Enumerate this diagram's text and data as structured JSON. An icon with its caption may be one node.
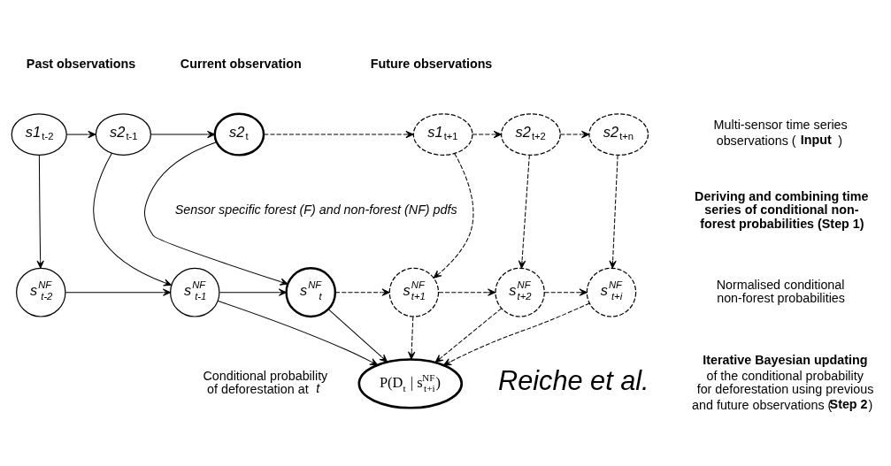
{
  "diagram": {
    "nodes": [
      {
        "text": [
          "s1$_{t-2}$"
        ]
      },
      {
        "text": [
          "s2$_{t-1}$"
        ]
      },
      {
        "text": [
          "s2$_{t}$"
        ]
      },
      {
        "text": [
          "s1$_{t+1}$"
        ]
      },
      {
        "text": [
          "s2$_{t+2}$"
        ]
      },
      {
        "text": [
          "s2$_{t+n}$"
        ]
      },
      {
        "text": [
          "s$^{NF}$$_{t-2}$"
        ]
      },
      {
        "text": [
          "s$^{NF}$$_{t-1}$"
        ]
      },
      {
        "text": [
          "s$^{NF}$$_{t}$"
        ]
      },
      {
        "text": [
          "s$^{NF}$$_{t+1}$"
        ]
      },
      {
        "text": [
          "s$^{NF}$$_{t+2}$"
        ]
      },
      {
        "text": [
          "s$^{NF}$$_{t+i}$"
        ]
      },
      {
        "text": [
          "P(D$_{t}$ | s$^{NF}$$_{t+i}$)"
        ]
      }
    ],
    "edges": [
      {
        "from": 0,
        "to": 1,
        "arrow": "to"
      },
      {
        "from": 1,
        "to": 2,
        "arrow": "to"
      },
      {
        "from": 2,
        "to": 3,
        "arrow": "to",
        "style": "dashed"
      },
      {
        "from": 3,
        "to": 4,
        "arrow": "to",
        "style": "dashed"
      },
      {
        "from": 4,
        "to": 5,
        "arrow": "to",
        "style": "dashed"
      },
      {
        "from": 0,
        "to": 6,
        "arrow": "to"
      },
      {
        "from": 1,
        "to": 7,
        "arrow": "to"
      },
      {
        "from": 2,
        "to": 8,
        "arrow": "to"
      },
      {
        "from": 3,
        "to": 9,
        "arrow": "to",
        "style": "dashed"
      },
      {
        "from": 4,
        "to": 10,
        "arrow": "to",
        "style": "dashed"
      },
      {
        "from": 5,
        "to": 11,
        "arrow": "to",
        "style": "dashed"
      },
      {
        "from": 6,
        "to": 7,
        "arrow": "to"
      },
      {
        "from": 7,
        "to": 8,
        "arrow": "to"
      },
      {
        "from": 8,
        "to": 9,
        "arrow": "to",
        "style": "dashed"
      },
      {
        "from": 9,
        "to": 10,
        "arrow": "to",
        "style": "dashed"
      },
      {
        "from": 10,
        "to": 11,
        "arrow": "to",
        "style": "dashed"
      },
      {
        "from": 7,
        "to": 12,
        "arrow": "to"
      },
      {
        "from": 8,
        "to": 12,
        "arrow": "to"
      },
      {
        "from": 9,
        "to": 12,
        "arrow": "to",
        "style": "dashed"
      },
      {
        "from": 10,
        "to": 12,
        "arrow": "to",
        "style": "dashed"
      },
      {
        "from": 11,
        "to": 12,
        "arrow": "to",
        "style": "dashed"
      }
    ],
    "labels": [
      "Past observations",
      "Current observation",
      "Future observations",
      "Multi-sensor time series observations (**Input**)",
      "Sensor specific forest (F) and non-forest (NF) pdfs",
      "Deriving and combining time series of conditional non-forest probabilities (Step 1)",
      "Normalised conditional non-forest probabilities",
      "**Iterative Bayesian updating** of the conditional probability for deforestation using previous and future observations (**Step 2**)",
      "Conditional probability of deforestation at *t*",
      "Reiche et al."
    ]
  }
}
